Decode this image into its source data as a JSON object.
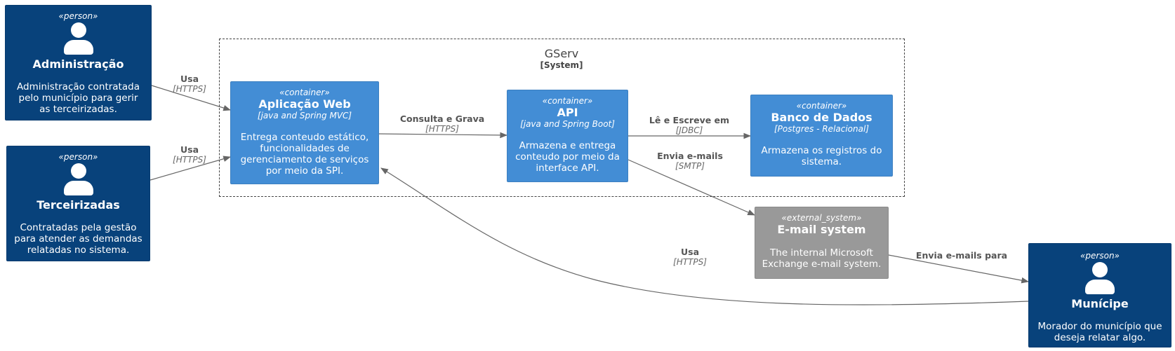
{
  "boundary": {
    "name": "GServ",
    "type": "[System]"
  },
  "people": {
    "administracao": {
      "stereotype": "«person»",
      "name": "Administração",
      "description": "Administração contratada pelo município para gerir as terceirizadas."
    },
    "terceirizadas": {
      "stereotype": "«person»",
      "name": "Terceirizadas",
      "description": "Contratadas pela gestão para atender as demandas relatadas no sistema."
    },
    "municipe": {
      "stereotype": "«person»",
      "name": "Munícipe",
      "description": "Morador do município que deseja relatar algo."
    }
  },
  "containers": {
    "webapp": {
      "stereotype": "«container»",
      "name": "Aplicação Web",
      "technology": "[java and Spring MVC]",
      "description": "Entrega conteudo estático, funcionalidades de gerenciamento de serviços por meio da SPI."
    },
    "api": {
      "stereotype": "«container»",
      "name": "API",
      "technology": "[java and Spring Boot]",
      "description": "Armazena e entrega conteudo por meio da interface API."
    },
    "db": {
      "stereotype": "«container»",
      "name": "Banco de Dados",
      "technology": "[Postgres - Relacional]",
      "description": "Armazena os registros do sistema."
    }
  },
  "external": {
    "email": {
      "stereotype": "«external_system»",
      "name": "E-mail system",
      "description": "The internal Microsoft Exchange e-mail system."
    }
  },
  "relations": {
    "admin_web": {
      "label": "Usa",
      "tech": "[HTTPS]"
    },
    "terc_web": {
      "label": "Usa",
      "tech": "[HTTPS]"
    },
    "web_api": {
      "label": "Consulta e Grava",
      "tech": "[HTTPS]"
    },
    "api_db": {
      "label": "Lê e Escreve em",
      "tech": "[JDBC]"
    },
    "api_email": {
      "label": "Envia e-mails",
      "tech": "[SMTP]"
    },
    "municipe_web": {
      "label": "Usa",
      "tech": "[HTTPS]"
    },
    "email_municipe": {
      "label": "Envia e-mails para",
      "tech": ""
    }
  },
  "colors": {
    "person": "#08427b",
    "container": "#438dd5",
    "external_system": "#999999",
    "edge": "#666666"
  }
}
